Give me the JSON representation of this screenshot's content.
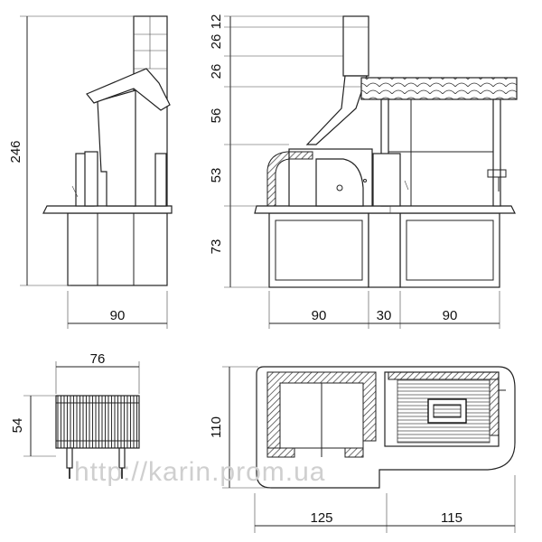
{
  "dimensions": {
    "side_height": "246",
    "side_base_width": "90",
    "front_segments": [
      "12",
      "26",
      "26",
      "56",
      "53",
      "73"
    ],
    "front_widths": [
      "90",
      "30",
      "90"
    ],
    "top_depth": "76",
    "top_height": "54",
    "plan_depth": "110",
    "plan_widths": [
      "125",
      "115"
    ]
  },
  "watermark": "http://karin.prom.ua"
}
